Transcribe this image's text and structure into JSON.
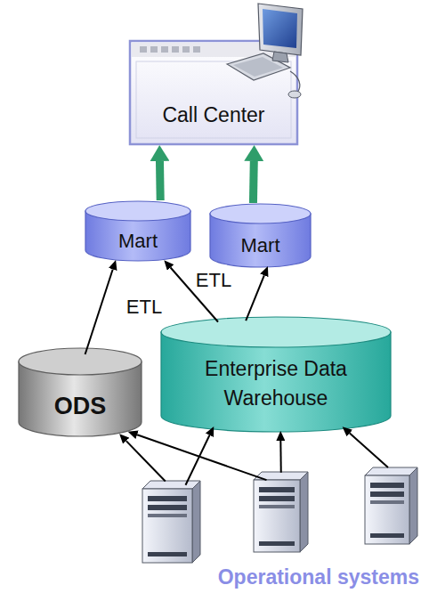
{
  "diagram": {
    "nodes": [
      {
        "text": [
          "Call Center"
        ]
      },
      {
        "text": [
          "Mart"
        ]
      },
      {
        "text": [
          "Mart"
        ]
      },
      {
        "text": [
          "Enterprise Data Warehouse"
        ]
      },
      {
        "text": [
          "ODS"
        ]
      },
      {
        "text": [
          "Operational systems"
        ]
      }
    ],
    "edges": [
      {
        "from": 1,
        "to": 0,
        "arrow": "to"
      },
      {
        "from": 2,
        "to": 0,
        "arrow": "to"
      },
      {
        "from": 4,
        "to": 1,
        "arrow": "to",
        "label": "ETL"
      },
      {
        "from": 3,
        "to": 1,
        "arrow": "to"
      },
      {
        "from": 3,
        "to": 2,
        "arrow": "to",
        "label": "ETL"
      },
      {
        "from": 5,
        "to": 4,
        "arrow": "to"
      },
      {
        "from": 5,
        "to": 3,
        "arrow": "to"
      },
      {
        "from": 5,
        "to": 4,
        "arrow": "to"
      },
      {
        "from": 5,
        "to": 3,
        "arrow": "to"
      },
      {
        "from": 5,
        "to": 3,
        "arrow": "to"
      }
    ]
  }
}
